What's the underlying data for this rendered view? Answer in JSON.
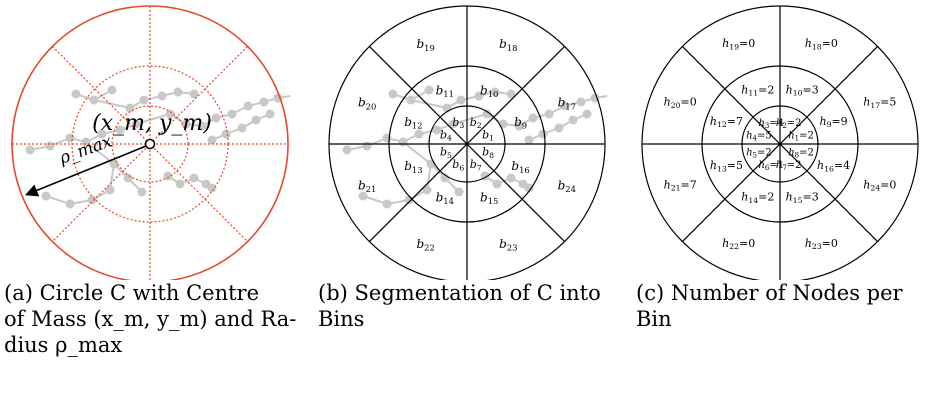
{
  "panel_a": {
    "centre_label": "(x_m, y_m)",
    "radius_label": "ρ_max",
    "caption": {
      "tag": "(a)",
      "line1": "Circle C with Centre",
      "line2": "of Mass (x_m, y_m) and Ra-",
      "line3": "dius ρ_max"
    }
  },
  "panel_b": {
    "bins": {
      "inner": [
        "b1",
        "b2",
        "b3",
        "b4",
        "b5",
        "b6",
        "b7",
        "b8"
      ],
      "middle": [
        "b9",
        "b10",
        "b11",
        "b12",
        "b13",
        "b14",
        "b15",
        "b16"
      ],
      "outer": [
        "b17",
        "b18",
        "b19",
        "b20",
        "b21",
        "b22",
        "b23",
        "b24"
      ]
    },
    "caption": {
      "tag": "(b)",
      "line1": "Segmentation of C into",
      "line2": "Bins"
    }
  },
  "panel_c": {
    "counts": {
      "inner": [
        "h1=2",
        "h2=2",
        "h3=4",
        "h4=5",
        "h5=2",
        "h6=1",
        "h7=2",
        "h8=2"
      ],
      "middle": [
        "h9=9",
        "h10=3",
        "h11=2",
        "h12=7",
        "h13=5",
        "h14=2",
        "h15=3",
        "h16=4"
      ],
      "outer": [
        "h17=5",
        "h18=0",
        "h19=0",
        "h20=0",
        "h21=7",
        "h22=0",
        "h23=0",
        "h24=0"
      ]
    },
    "caption": {
      "tag": "(c)",
      "line1": "Number of Nodes per",
      "line2": "Bin"
    }
  },
  "colors": {
    "circle_a": "#e8482a",
    "nodes": "#c8c8c8",
    "lines": "#000000"
  }
}
